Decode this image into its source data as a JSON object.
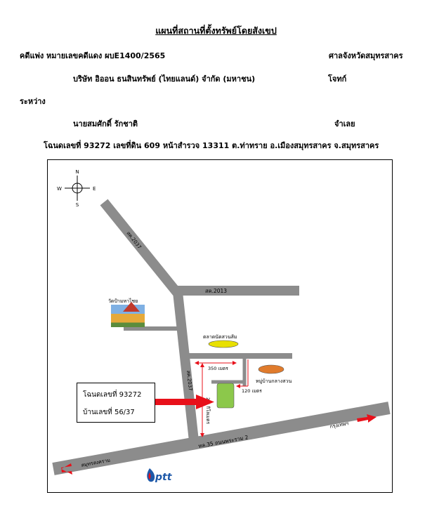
{
  "header": {
    "title": "แผนที่สถานที่ตั้งทรัพย์โดยสังเขป",
    "case_line": "คดีแพ่ง  หมายเลขคดีแดง  ผบE1400/2565",
    "court": "ศาลจังหวัดสมุทรสาคร",
    "plaintiff_name": "บริษัท อิออน ธนสินทรัพย์ (ไทยแลนด์) จำกัด (มหาชน)",
    "plaintiff_role": "โจทก์",
    "between": "ระหว่าง",
    "defendant_name": "นายสมศักดิ์     รักชาติ",
    "defendant_role": "จำเลย",
    "deed_line": "โฉนดเลขที่  93272   เลขที่ดิน 609  หน้าสำรวจ  13311   ต.ท่าทราย  อ.เมืองสมุทรสาคร  จ.สมุทรสาคร"
  },
  "map": {
    "compass": {
      "n": "N",
      "s": "S",
      "e": "E",
      "w": "W"
    },
    "roads": {
      "sk2037_top": "สค.2037",
      "sk2013": "สค.2013",
      "sk2037_mid": "สค.2037",
      "highway": "ทล.35 ถนนพระราม 2"
    },
    "landmarks": {
      "temple": "วัดป้ามหาไชย",
      "market": "ตลาดนัดสวนส้ม",
      "village": "หมู่บ้านกลางสวน",
      "ptt": "ptt"
    },
    "distances": {
      "d350": "350 เมตร",
      "d120": "120 เมตร",
      "d24": "2.4 กิโลเมตร"
    },
    "directions": {
      "bangkok": "กรุงเทพฯ",
      "samut_songkhram": "สมุทรสงคราม"
    },
    "property_box": {
      "deed": "โฉนดเลขที่ 93272",
      "house": "บ้านเลขที่ 56/37"
    },
    "colors": {
      "road": "#8c8c8c",
      "arrow": "#e8101a",
      "property": "#8cc84b",
      "market": "#e8e000",
      "village": "#e07b2c"
    }
  }
}
